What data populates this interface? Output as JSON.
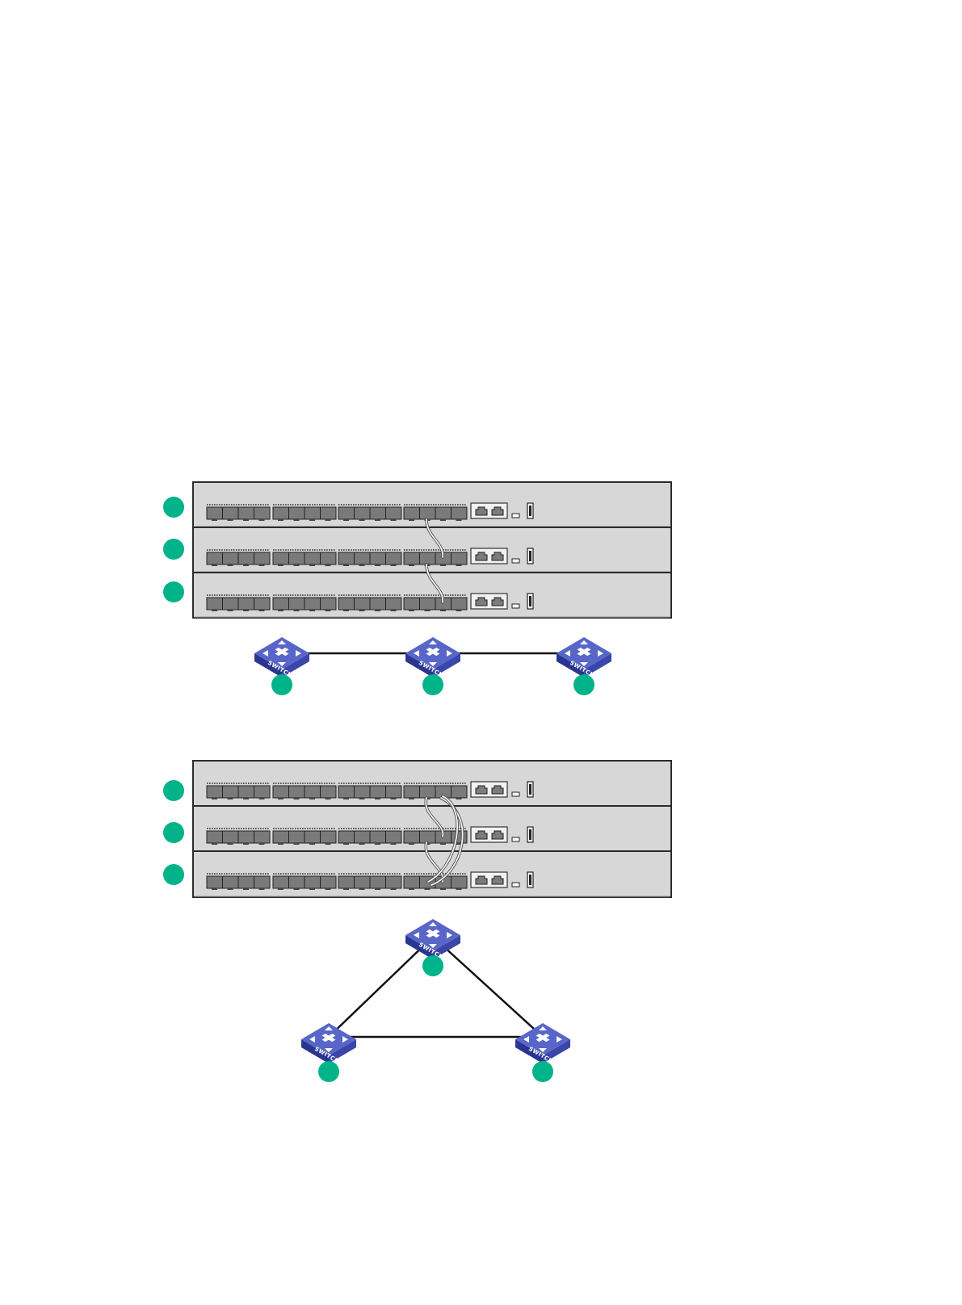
{
  "diagrams": [
    {
      "name": "daisy-chain",
      "chassis_count": 3,
      "topology": "line",
      "switch_count": 3,
      "switch_label": "SWITCH",
      "cables": "single"
    },
    {
      "name": "ring",
      "chassis_count": 3,
      "topology": "ring",
      "switch_count": 3,
      "switch_label": "SWITCH",
      "cables": "ring"
    }
  ],
  "colors": {
    "chassis_fill": "#d7d7d7",
    "chassis_border": "#2b2b2b",
    "port_fill": "#7a7a7a",
    "member_badge": "#00b388",
    "switch_top": "#5866c9",
    "switch_side": "#2a3590",
    "switch_icon": "#ffffff",
    "link_line": "#111111"
  },
  "icons": {
    "member": "member-badge-icon",
    "switch": "switch-icon",
    "usb": "usb-port-icon",
    "console": "console-port-icon"
  }
}
